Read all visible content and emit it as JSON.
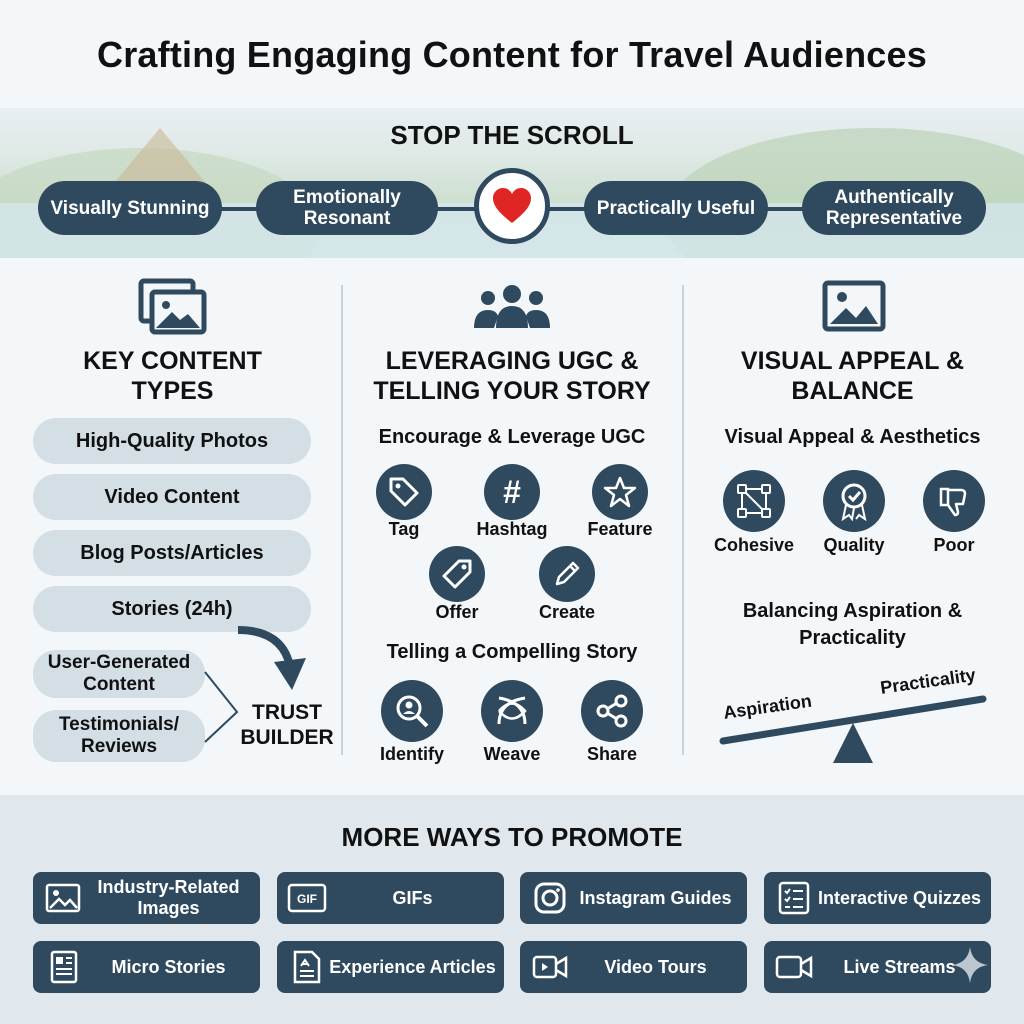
{
  "title": "Crafting Engaging Content for Travel Audiences",
  "banner": {
    "title": "STOP THE SCROLL",
    "pills": [
      "Visually Stunning",
      "Emotionally Resonant",
      "Practically Useful",
      "Authentically Representative"
    ]
  },
  "col1": {
    "title": "KEY CONTENT TYPES",
    "items": [
      "High-Quality Photos",
      "Video Content",
      "Blog Posts/Articles",
      "Stories (24h)"
    ],
    "small_items": [
      "User-Generated Content",
      "Testimonials/ Reviews"
    ],
    "trust": "TRUST BUILDER"
  },
  "col2": {
    "title": "LEVERAGING UGC & TELLING YOUR STORY",
    "ugc_title": "Encourage & Leverage UGC",
    "ugc_items": [
      "Tag",
      "Hashtag",
      "Feature",
      "Offer",
      "Create"
    ],
    "story_title": "Telling a Compelling Story",
    "story_items": [
      "Identify",
      "Weave",
      "Share"
    ]
  },
  "col3": {
    "title": "VISUAL APPEAL & BALANCE",
    "aesthetics_title": "Visual Appeal & Aesthetics",
    "aesthetics_items": [
      "Cohesive",
      "Quality",
      "Poor"
    ],
    "balance_title": "Balancing Aspiration & Practicality",
    "left_label": "Aspiration",
    "right_label": "Practicality"
  },
  "bottom": {
    "title": "MORE WAYS TO PROMOTE",
    "items": [
      "Industry-Related Images",
      "GIFs",
      "Instagram Guides",
      "Interactive Quizzes",
      "Micro Stories",
      "Experience Articles",
      "Video Tours",
      "Live Streams"
    ],
    "gif_icon_text": "GIF"
  },
  "colors": {
    "navy": "#2f4a5f",
    "pill_light": "#d4dee5",
    "heart": "#e02525"
  }
}
